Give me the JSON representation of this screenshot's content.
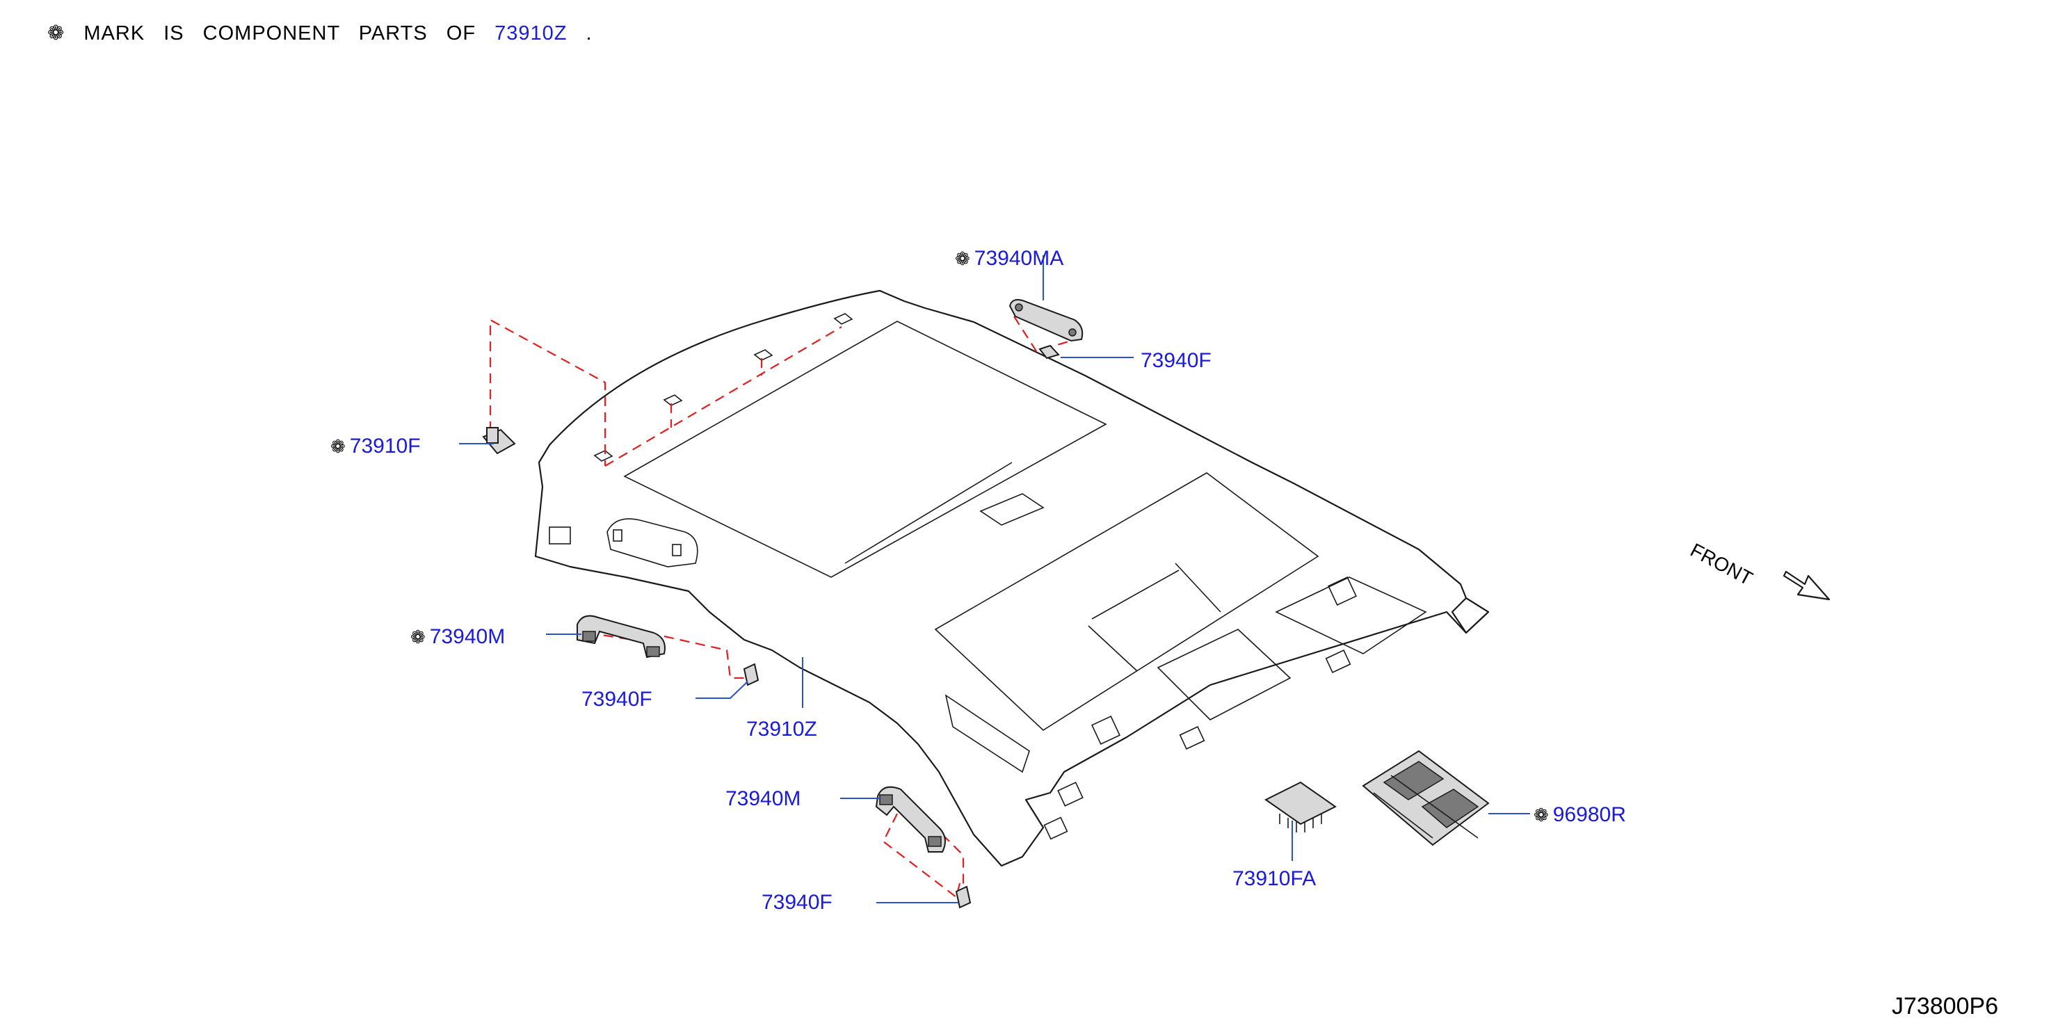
{
  "header": {
    "star": "❁",
    "text_before": "MARK IS COMPONENT PARTS OF",
    "part_ref": "73910Z",
    "text_after": "."
  },
  "labels": {
    "p73940MA": {
      "star": "❁",
      "code": "73940MA"
    },
    "p73940F_top": {
      "star": "",
      "code": "73940F"
    },
    "p73910F": {
      "star": "❁",
      "code": "73910F"
    },
    "p73940M_left": {
      "star": "❁",
      "code": "73940M"
    },
    "p73940F_left": {
      "star": "",
      "code": "73940F"
    },
    "p73910Z": {
      "star": "",
      "code": "73910Z"
    },
    "p73940M_bottom": {
      "star": "",
      "code": "73940M"
    },
    "p73940F_bottom": {
      "star": "",
      "code": "73940F"
    },
    "p73910FA": {
      "star": "",
      "code": "73910FA"
    },
    "p96980R": {
      "star": "❁",
      "code": "96980R"
    }
  },
  "front_label": "FRONT",
  "diagram_id": "J73800P6",
  "colors": {
    "part_label": "#1a1adb",
    "leader_line": "#2a52c9",
    "dashed_guide": "#e02020",
    "outline": "#1a1a1a"
  }
}
